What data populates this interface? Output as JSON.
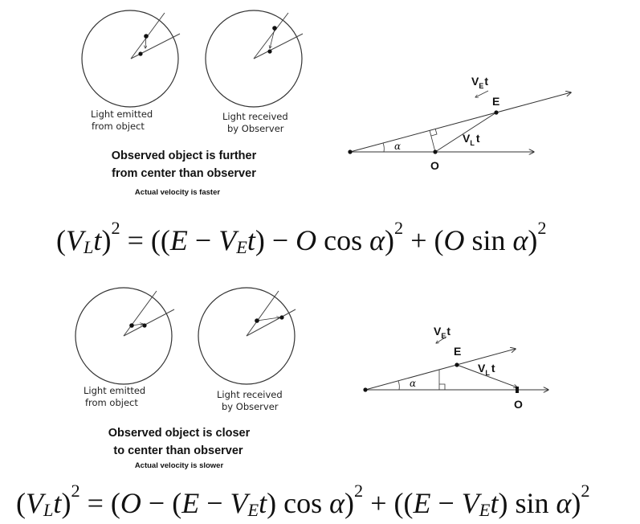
{
  "top_panel": {
    "left_circle_caption_1": "Light emitted",
    "left_circle_caption_2": "from object",
    "right_circle_caption_1": "Light received",
    "right_circle_caption_2": "by Observer",
    "title_1": "Observed object is further",
    "title_2": "from center than observer",
    "note": "Actual velocity is faster"
  },
  "top_vector": {
    "ve_label": "V",
    "ve_sub": "E",
    "ve_t": "t",
    "e_label": "E",
    "vl_label": "V",
    "vl_sub": "L",
    "vl_t": "t",
    "o_label": "O",
    "alpha": "α"
  },
  "equation_1": "(V_L t)^2 = ((E − V_E t) − O cos α)^2 + (O sin α)^2",
  "bottom_panel": {
    "left_circle_caption_1": "Light emitted",
    "left_circle_caption_2": "from object",
    "right_circle_caption_1": "Light received",
    "right_circle_caption_2": "by Observer",
    "title_1": "Observed object is closer",
    "title_2": "to center than observer",
    "note": "Actual velocity is slower"
  },
  "bottom_vector": {
    "ve_label": "V",
    "ve_sub": "E",
    "ve_t": "t",
    "e_label": "E",
    "vl_label": "V",
    "vl_sub": "L",
    "vl_t": "t",
    "o_label": "O",
    "alpha": "α"
  },
  "equation_2": "(V_L t)^2 = (O − (E − V_E t) cos α)^2 + ((E − V_E t) sin α)^2",
  "colors": {
    "ink": "#111111",
    "line": "#444444"
  }
}
